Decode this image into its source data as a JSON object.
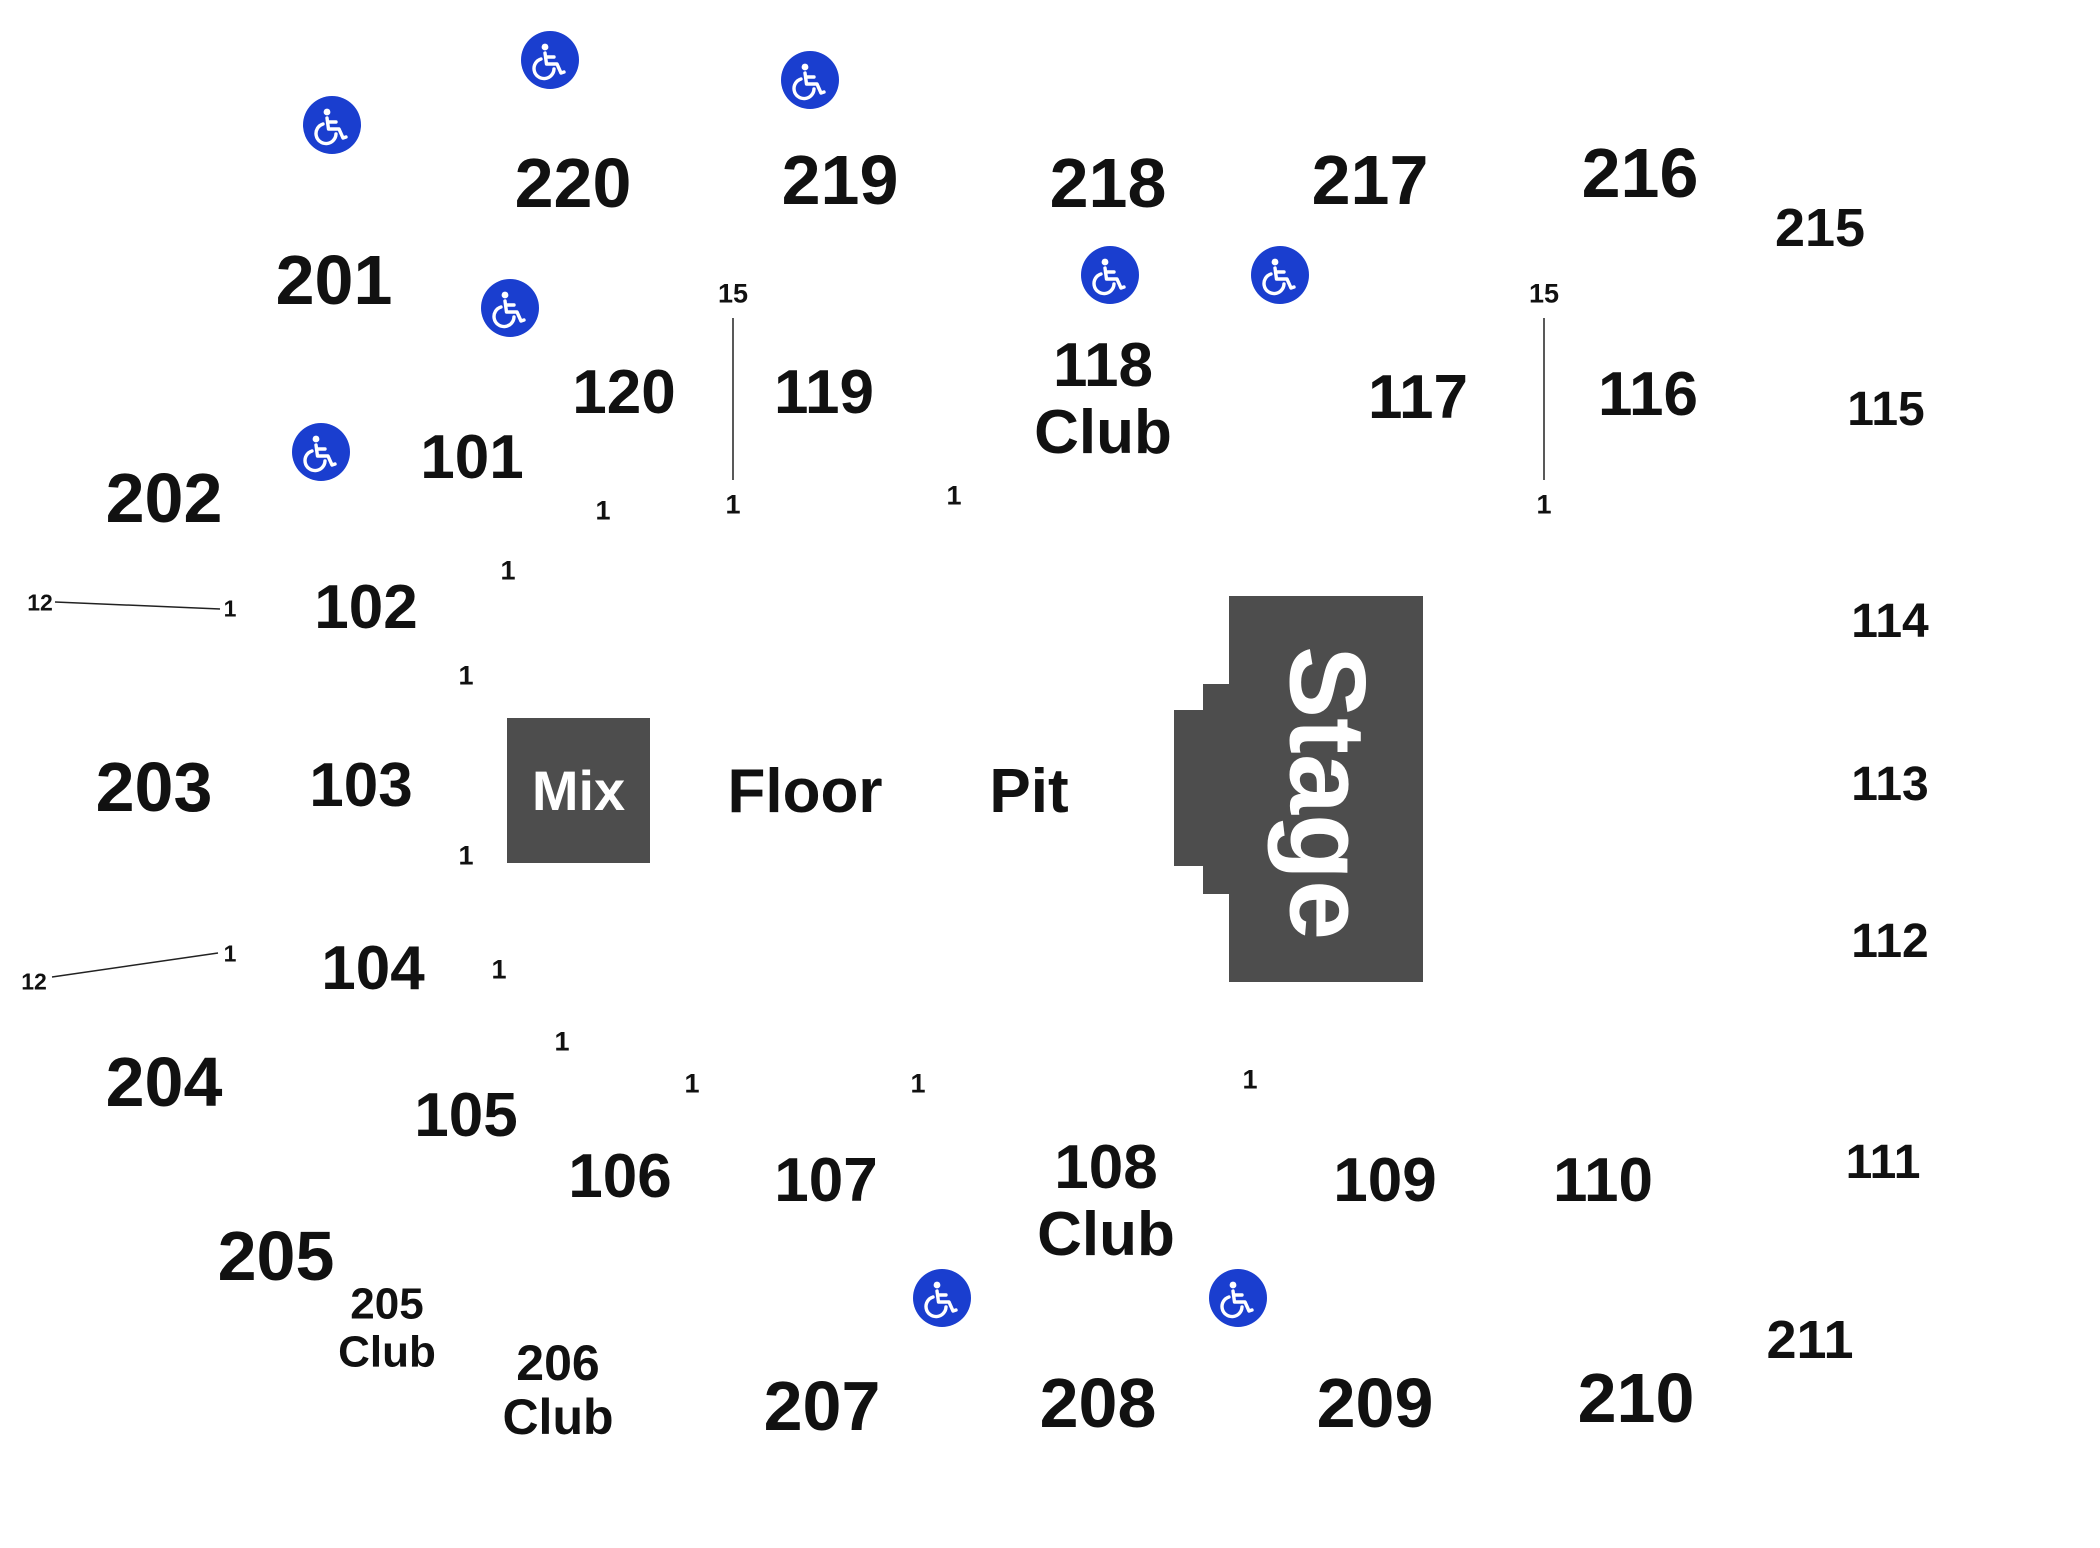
{
  "map_title": "",
  "colors": {
    "block_fill": "#4d4d4d",
    "accessible_badge": "#1a3ecf",
    "text": "#111111",
    "background": "#ffffff"
  },
  "blocks": {
    "mix": "Mix",
    "stage": "Stage"
  },
  "floor": {
    "floor": "Floor",
    "pit": "Pit"
  },
  "upper_sections": {
    "s201": "201",
    "s202": "202",
    "s203": "203",
    "s204": "204",
    "s205": "205",
    "s207": "207",
    "s208": "208",
    "s209": "209",
    "s210": "210",
    "s211": "211",
    "s215": "215",
    "s216": "216",
    "s217": "217",
    "s218": "218",
    "s219": "219",
    "s220": "220"
  },
  "club_sections": {
    "s205_club": {
      "number": "205",
      "club": "Club"
    },
    "s206_club": {
      "number": "206",
      "club": "Club"
    },
    "s108_club": {
      "number": "108",
      "club": "Club"
    },
    "s118_club": {
      "number": "118",
      "club": "Club"
    }
  },
  "lower_sections": {
    "s101": "101",
    "s102": "102",
    "s103": "103",
    "s104": "104",
    "s105": "105",
    "s106": "106",
    "s107": "107",
    "s109": "109",
    "s110": "110",
    "s111": "111",
    "s112": "112",
    "s113": "113",
    "s114": "114",
    "s115": "115",
    "s116": "116",
    "s117": "117",
    "s119": "119",
    "s120": "120"
  },
  "row_markers": {
    "one": "1",
    "fifteen": "15",
    "twelve": "12"
  },
  "icons": {
    "accessible": "wheelchair-icon"
  }
}
